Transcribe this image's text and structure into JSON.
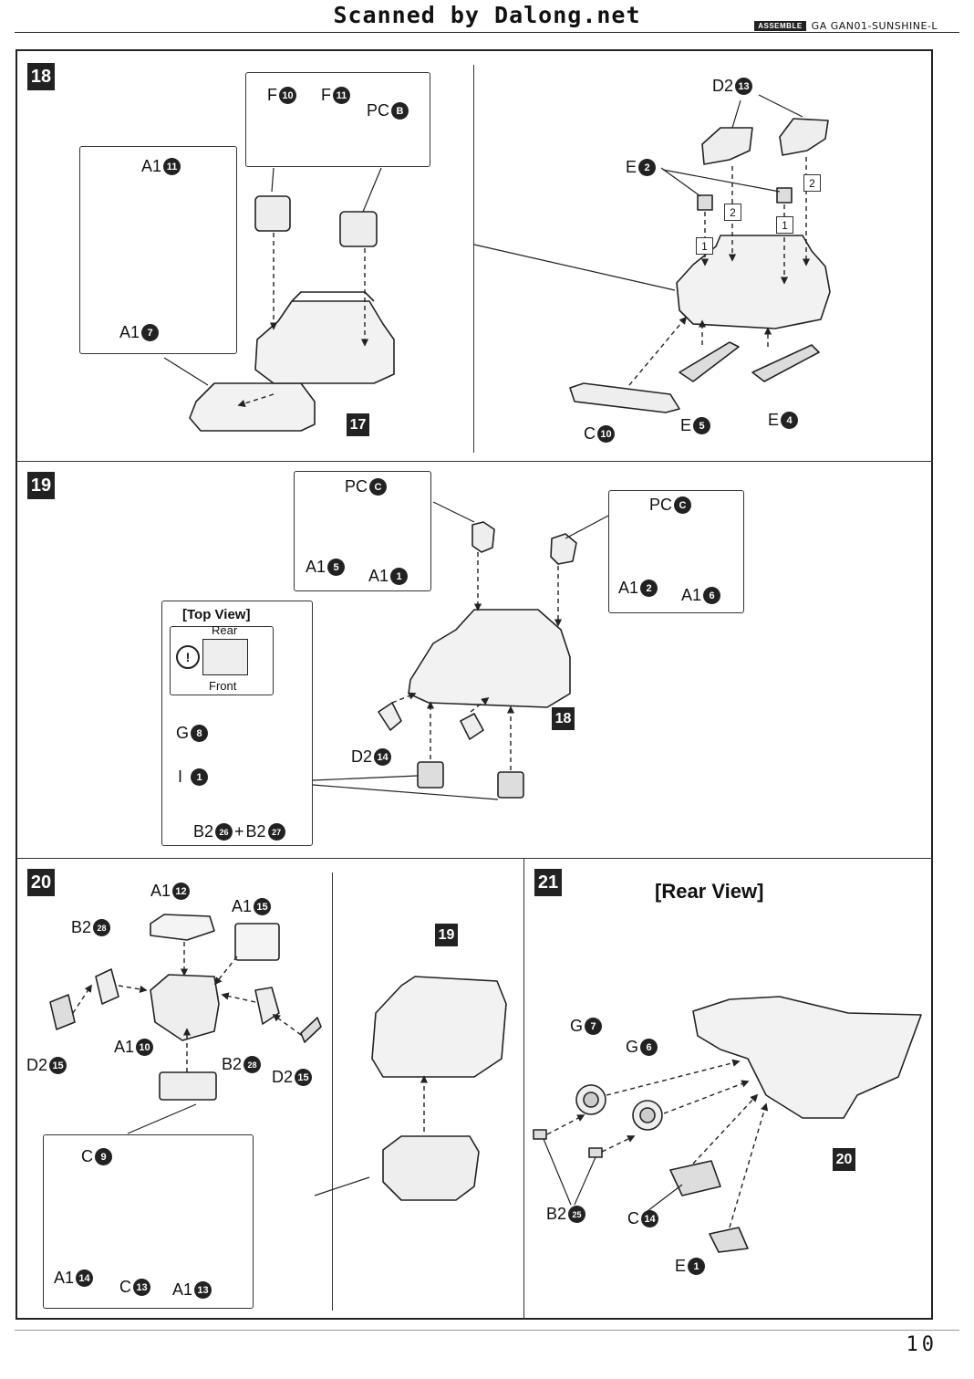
{
  "header": {
    "watermark": "Scanned by Dalong.net",
    "tag": "ASSEMBLE",
    "model": "GA GAN01-SUNSHINE-L"
  },
  "page_number": "10",
  "steps": {
    "s18": {
      "number": "18",
      "ref_17": "17",
      "labels": {
        "f10": {
          "letter": "F",
          "num": "10"
        },
        "f11": {
          "letter": "F",
          "num": "11"
        },
        "pcb": {
          "letter": "PC",
          "num": "B"
        },
        "a1_11": {
          "letter": "A1",
          "num": "11"
        },
        "a1_7": {
          "letter": "A1",
          "num": "7"
        },
        "d2_13": {
          "letter": "D2",
          "num": "13"
        },
        "e2": {
          "letter": "E",
          "num": "2"
        },
        "c10": {
          "letter": "C",
          "num": "10"
        },
        "e5": {
          "letter": "E",
          "num": "5"
        },
        "e4": {
          "letter": "E",
          "num": "4"
        }
      },
      "order_marks": [
        "1",
        "2",
        "1",
        "2"
      ]
    },
    "s19": {
      "number": "19",
      "ref_18": "18",
      "top_view": {
        "title": "[Top View]",
        "rear": "Rear",
        "front": "Front",
        "warning": "!"
      },
      "labels": {
        "pc_c_left": {
          "letter": "PC",
          "num": "C"
        },
        "a1_5": {
          "letter": "A1",
          "num": "5"
        },
        "a1_1": {
          "letter": "A1",
          "num": "1"
        },
        "pc_c_right": {
          "letter": "PC",
          "num": "C"
        },
        "a1_2": {
          "letter": "A1",
          "num": "2"
        },
        "a1_6": {
          "letter": "A1",
          "num": "6"
        },
        "g8": {
          "letter": "G",
          "num": "8"
        },
        "i1": {
          "letter": "I",
          "num": "1"
        },
        "b2_26": {
          "letter": "B2",
          "num": "26"
        },
        "plus": "+",
        "b2_27": {
          "letter": "B2",
          "num": "27"
        },
        "d2_14": {
          "letter": "D2",
          "num": "14"
        }
      }
    },
    "s20": {
      "number": "20",
      "ref_19": "19",
      "labels": {
        "a1_12": {
          "letter": "A1",
          "num": "12"
        },
        "a1_15": {
          "letter": "A1",
          "num": "15"
        },
        "b2_28_l": {
          "letter": "B2",
          "num": "28"
        },
        "a1_10": {
          "letter": "A1",
          "num": "10"
        },
        "b2_28_r": {
          "letter": "B2",
          "num": "28"
        },
        "d2_15_l": {
          "letter": "D2",
          "num": "15"
        },
        "d2_15_r": {
          "letter": "D2",
          "num": "15"
        },
        "c9": {
          "letter": "C",
          "num": "9"
        },
        "a1_14": {
          "letter": "A1",
          "num": "14"
        },
        "c13": {
          "letter": "C",
          "num": "13"
        },
        "a1_13": {
          "letter": "A1",
          "num": "13"
        }
      }
    },
    "s21": {
      "number": "21",
      "title": "[Rear View]",
      "ref_20": "20",
      "labels": {
        "g7": {
          "letter": "G",
          "num": "7"
        },
        "g6": {
          "letter": "G",
          "num": "6"
        },
        "b2_25": {
          "letter": "B2",
          "num": "25"
        },
        "c14": {
          "letter": "C",
          "num": "14"
        },
        "e1": {
          "letter": "E",
          "num": "1"
        }
      }
    }
  },
  "icons": [
    "warning-icon",
    "part-sprue-icon"
  ]
}
